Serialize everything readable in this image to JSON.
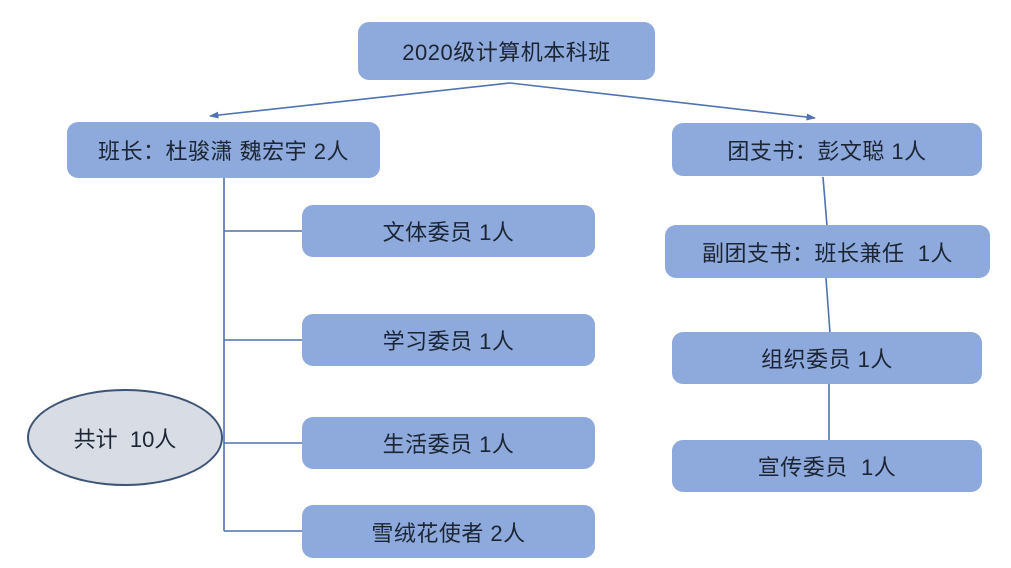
{
  "diagram": {
    "type": "org-chart",
    "root": {
      "label": "2020级计算机本科班"
    },
    "left_branch": {
      "head": {
        "label": "班长：杜骏潇 魏宏宇 2人"
      },
      "children": [
        {
          "label": "文体委员 1人"
        },
        {
          "label": "学习委员 1人"
        },
        {
          "label": "生活委员 1人"
        },
        {
          "label": "雪绒花使者 2人"
        }
      ]
    },
    "right_branch": {
      "head": {
        "label": "团支书：彭文聪 1人"
      },
      "children": [
        {
          "label": "副团支书：班长兼任  1人"
        },
        {
          "label": "组织委员 1人"
        },
        {
          "label": "宣传委员  1人"
        }
      ]
    },
    "total": {
      "label": "共计  10人"
    },
    "colors": {
      "node_fill": "#8EA9DB",
      "node_text": "#1B2533",
      "connector": "#4F72B0",
      "ellipse_fill": "#D8DCE5",
      "ellipse_stroke": "#3D5475",
      "background": "#FFFFFF"
    }
  }
}
